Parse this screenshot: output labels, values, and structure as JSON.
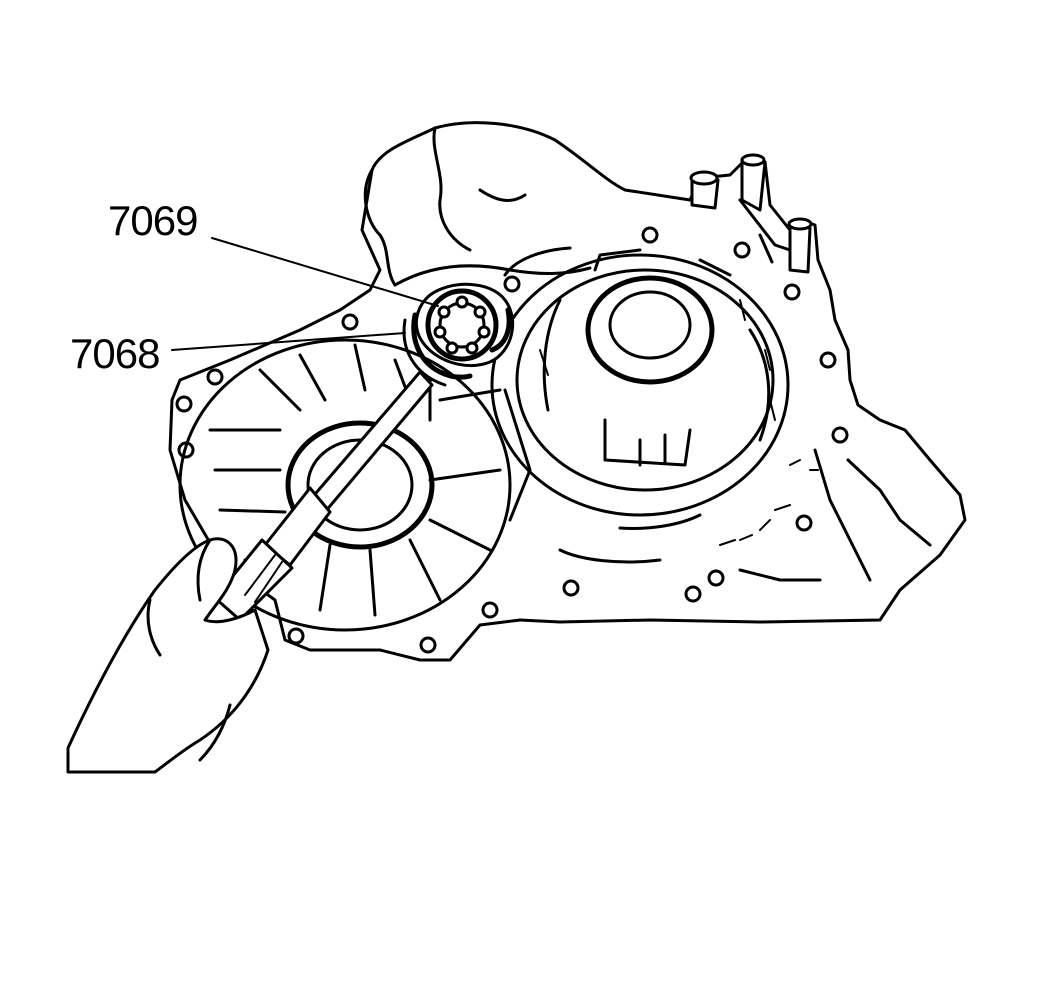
{
  "callouts": [
    {
      "id": "7069",
      "text": "7069"
    },
    {
      "id": "7068",
      "text": "7068"
    }
  ],
  "colors": {
    "ink": "#000000",
    "background": "#ffffff"
  }
}
